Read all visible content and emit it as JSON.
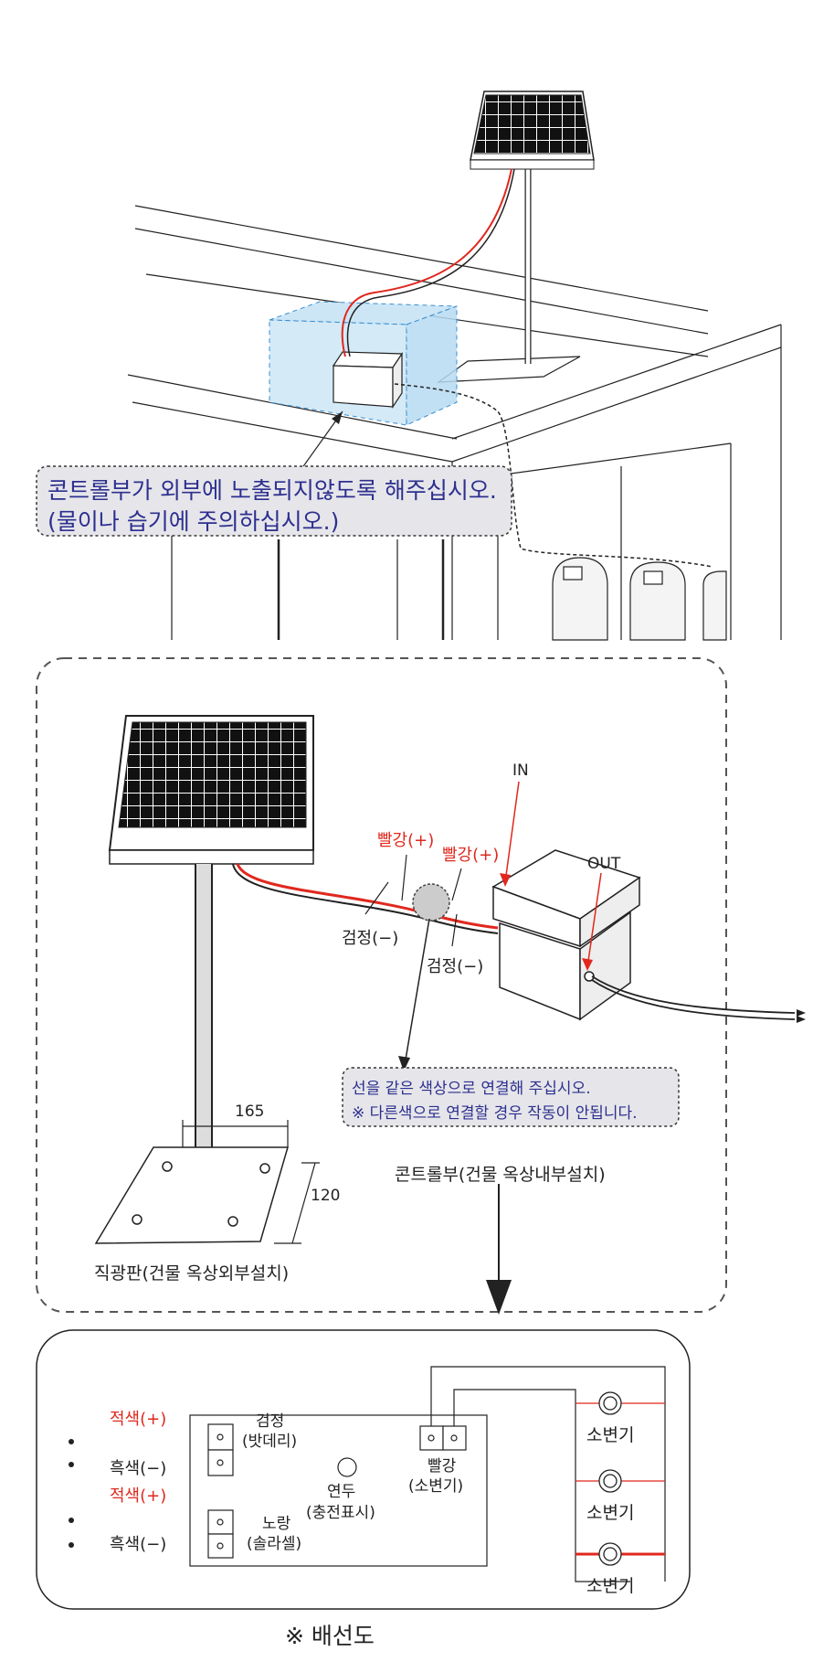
{
  "rooftop": {
    "callout_line1": "콘트롤부가 외부에 노출되지않도록 해주십시오.",
    "callout_line2": "(물이나 습기에 주의하십시오.)"
  },
  "detail": {
    "in_label": "IN",
    "out_label": "OUT",
    "red_plus_1": "빨강(+)",
    "red_plus_2": "빨강(+)",
    "black_minus_1": "검정(−)",
    "black_minus_2": "검정(−)",
    "callout_line1": "선을 같은 색상으로 연결해 주십시오.",
    "callout_line2": "※ 다른색으로 연결할 경우 작동이 안됩니다.",
    "dim_width": "165",
    "dim_depth": "120",
    "panel_caption": "직광판(건물 옥상외부설치)",
    "controller_caption": "콘트롤부(건물 옥상내부설치)"
  },
  "wiring": {
    "red_plus_1": "적색(+)",
    "black_minus_1": "흑색(−)",
    "red_plus_2": "적색(+)",
    "black_minus_2": "흑색(−)",
    "black_label": "검정",
    "battery_label": "(밧데리)",
    "green_label": "연두",
    "charge_label": "(충전표시)",
    "yellow_label": "노랑",
    "solar_label": "(솔라셀)",
    "red_label": "빨강",
    "urinal_label": "(소변기)",
    "urinal_1": "소변기",
    "urinal_2": "소변기",
    "urinal_3": "소변기",
    "title": "※ 배선도"
  },
  "colors": {
    "callout_text": "#2d2f8f",
    "callout_fill": "#e6e6ea",
    "wire_red": "#e0281e",
    "box_blue": "#cde6f6"
  }
}
